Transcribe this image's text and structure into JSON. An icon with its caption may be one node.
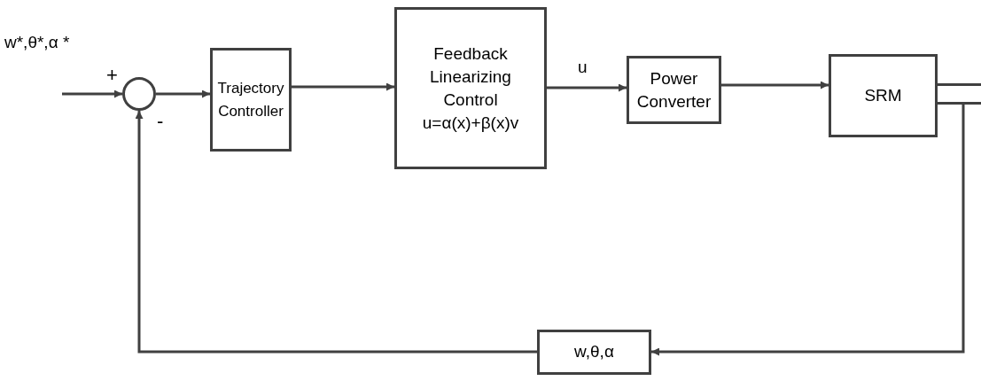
{
  "diagram": {
    "nodes": [
      {
        "text": [],
        "shape": "circle"
      },
      {
        "text": [
          "Trajectory Controller"
        ]
      },
      {
        "text": [
          "Feedback Linearizing Control",
          "u=α(x)+β(x)v"
        ]
      },
      {
        "text": [
          "Power Converter"
        ]
      },
      {
        "text": [
          "SRM"
        ]
      },
      {
        "text": [],
        "shape": "bar"
      },
      {
        "text": [
          "w,θ,α"
        ]
      }
    ],
    "edges": [
      {
        "from": null,
        "to": 0,
        "arrow": "to",
        "label": "w*,θ*,α *"
      },
      {
        "from": 0,
        "to": 1,
        "arrow": "to"
      },
      {
        "from": 1,
        "to": 2,
        "arrow": "to"
      },
      {
        "from": 2,
        "to": 3,
        "arrow": "to",
        "label": "u"
      },
      {
        "from": 3,
        "to": 4,
        "arrow": "to"
      },
      {
        "from": 5,
        "to": 6,
        "arrow": "to"
      },
      {
        "from": 6,
        "to": 0,
        "arrow": "to"
      }
    ],
    "labels": [
      "+",
      "-"
    ]
  }
}
